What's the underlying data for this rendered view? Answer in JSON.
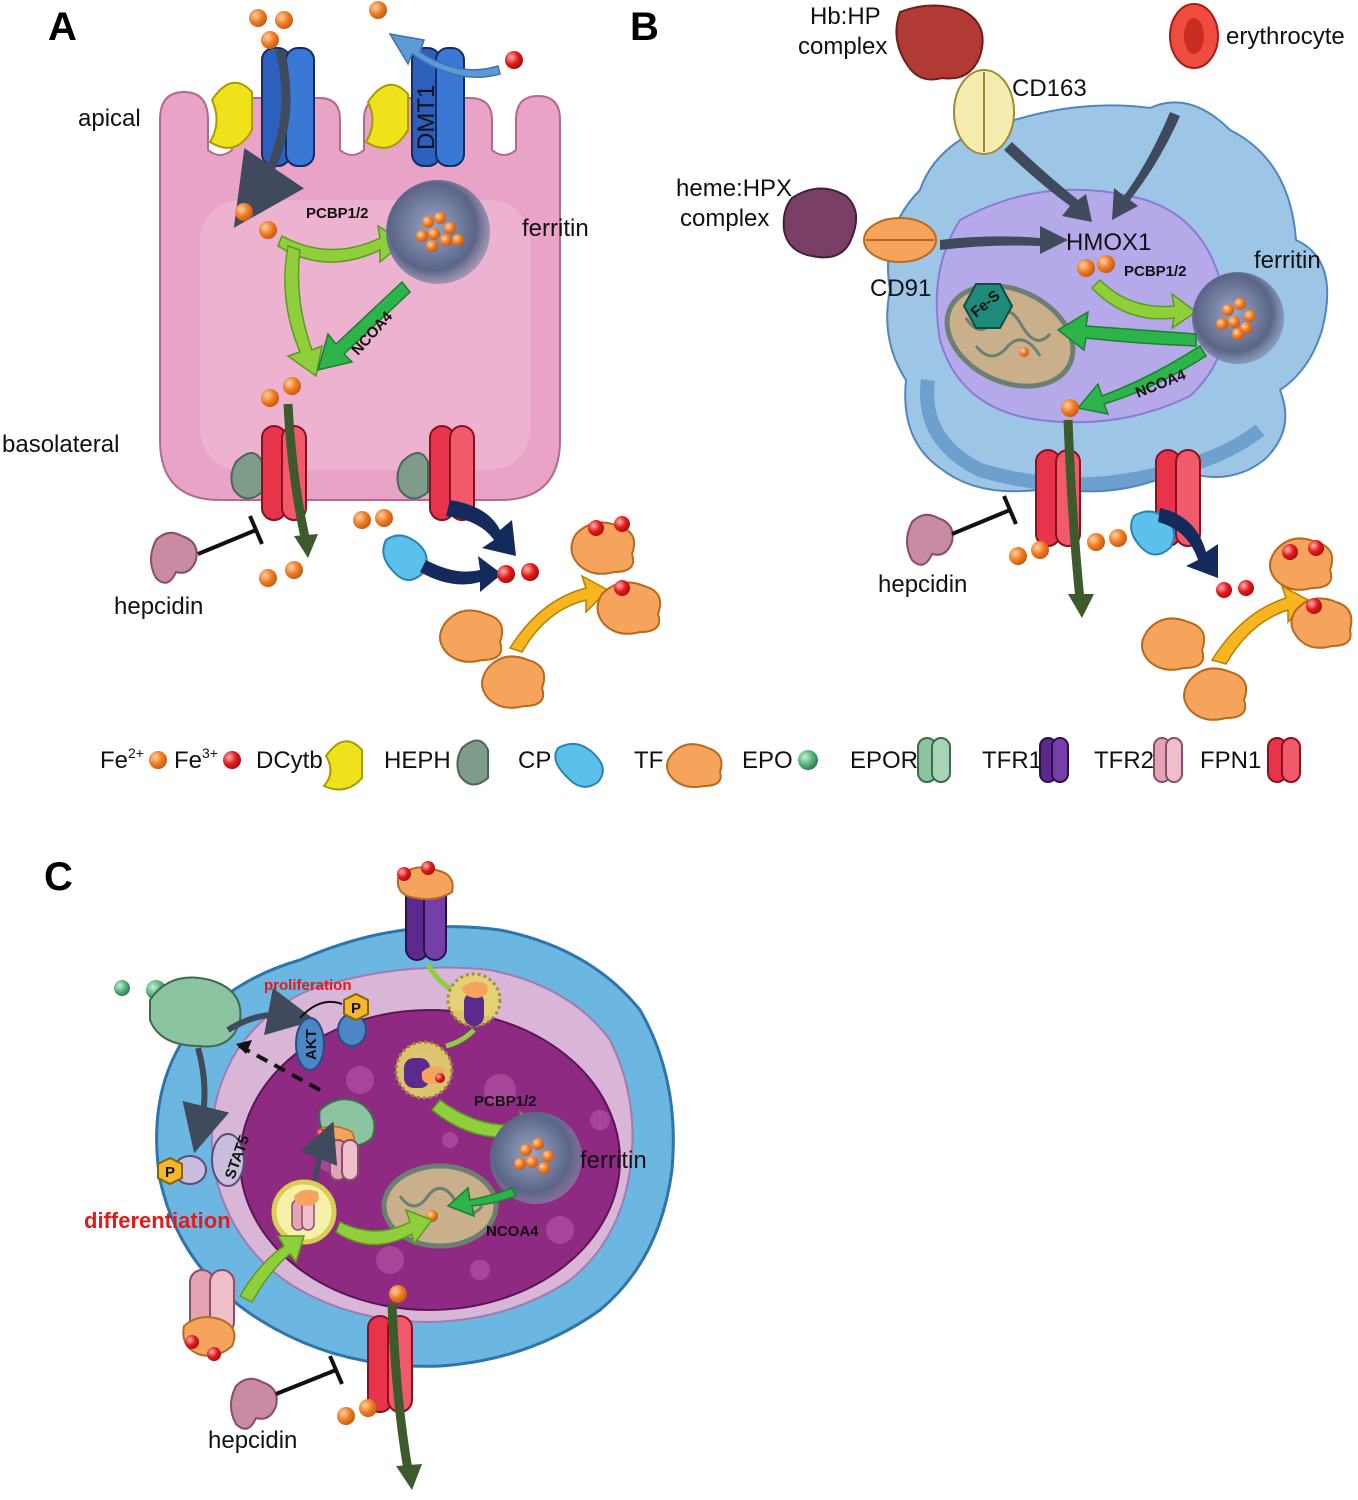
{
  "panels": {
    "a": {
      "letter": "A",
      "apical": "apical",
      "basolateral": "basolateral",
      "dmt1": "DMT1",
      "pcbp": "PCBP1/2",
      "ferritin": "ferritin",
      "ncoa4": "NCOA4",
      "hepcidin": "hepcidin"
    },
    "b": {
      "letter": "B",
      "hbhp_line1": "Hb:HP",
      "hbhp_line2": "complex",
      "cd163": "CD163",
      "erythrocyte": "erythrocyte",
      "hemehpx_line1": "heme:HPX",
      "hemehpx_line2": "complex",
      "cd91": "CD91",
      "hmox1": "HMOX1",
      "pcbp": "PCBP1/2",
      "ferritin": "ferritin",
      "fes": "Fe-S",
      "ncoa4": "NCOA4",
      "hepcidin": "hepcidin"
    },
    "c": {
      "letter": "C",
      "proliferation": "proliferation",
      "akt": "AKT",
      "p": "P",
      "stat5": "STAT5",
      "differentiation": "differentiation",
      "pcbp": "PCBP1/2",
      "ferritin": "ferritin",
      "ncoa4": "NCOA4",
      "hepcidin": "hepcidin"
    }
  },
  "legend": {
    "fe2_base": "Fe",
    "fe2_sup": "2+",
    "fe3_base": "Fe",
    "fe3_sup": "3+",
    "dcytb": "DCytb",
    "heph": "HEPH",
    "cp": "CP",
    "tf": "TF",
    "epo": "EPO",
    "epor": "EPOR",
    "tfr1": "TFR1",
    "tfr2": "TFR2",
    "fpn1": "FPN1"
  },
  "colors": {
    "fe2": "#f07c22",
    "fe3": "#e3191b",
    "dcytb": "#f0e21a",
    "heph": "#7f9c8b",
    "cp": "#5cc0ec",
    "tf": "#f6a45b",
    "epo": "#4fae76",
    "epor": "#8cc3a1",
    "tfr1": "#5b2a8c",
    "tfr2": "#e4a4b4",
    "fpn1": "#e8344a",
    "enterocyte": "#e9a3c6",
    "macrophage": "#9cc5e6",
    "erythroblast_nucleus": "#8f2a82",
    "green_arrow": "#8fcf3c",
    "dark_arrow": "#3f4a5c"
  }
}
